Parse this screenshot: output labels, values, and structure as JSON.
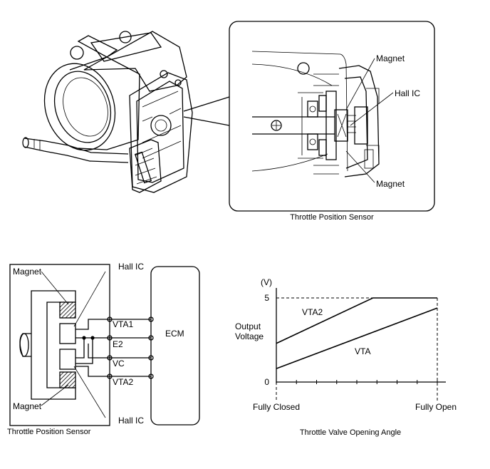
{
  "top_panel": {
    "magnet_top": "Magnet",
    "hall_ic": "Hall IC",
    "magnet_bottom": "Magnet",
    "caption": "Throttle Position Sensor"
  },
  "circuit": {
    "magnet_top": "Magnet",
    "magnet_bottom": "Magnet",
    "hall_ic_top": "Hall IC",
    "hall_ic_bottom": "Hall IC",
    "terminals": [
      "VTA1",
      "E2",
      "VC",
      "VTA2"
    ],
    "ecm": "ECM",
    "caption": "Throttle Position Sensor"
  },
  "chart_data": {
    "type": "line",
    "ylabel": "Output Voltage",
    "yunit": "(V)",
    "ytick_labels": [
      "0",
      "5"
    ],
    "xtick_labels": [
      "Fully Closed",
      "Fully Open"
    ],
    "xlabel": "Throttle Valve Opening Angle",
    "ylim": [
      0,
      5
    ],
    "xlim": [
      0,
      1
    ],
    "series": [
      {
        "name": "VTA2",
        "x": [
          0,
          0.6,
          1
        ],
        "y": [
          2.3,
          5,
          5
        ]
      },
      {
        "name": "VTA",
        "x": [
          0,
          1
        ],
        "y": [
          0.8,
          4.4
        ]
      }
    ]
  }
}
